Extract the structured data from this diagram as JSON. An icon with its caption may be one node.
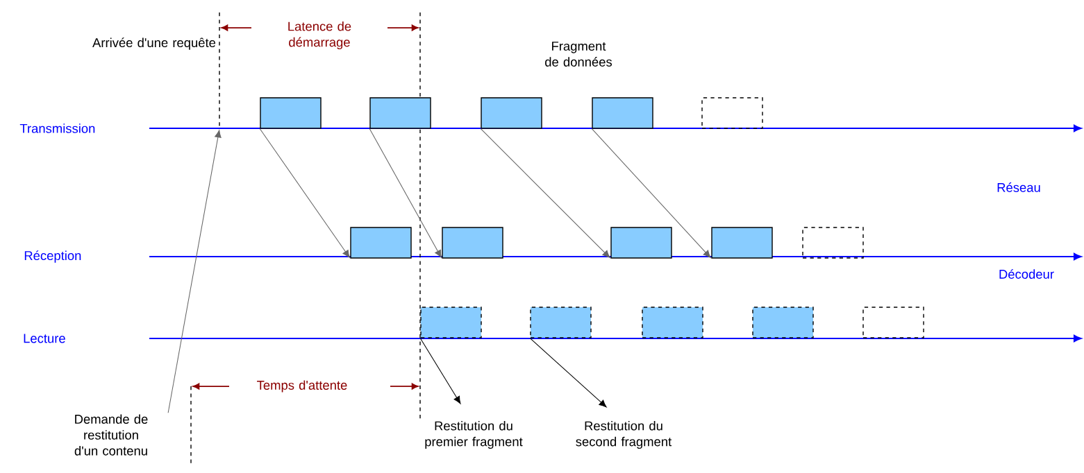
{
  "diagram": {
    "nodes": [
      {
        "text": [],
        "shape": "box"
      },
      {
        "text": [],
        "shape": "box"
      },
      {
        "text": [],
        "shape": "box"
      },
      {
        "text": [],
        "shape": "box"
      },
      {
        "text": [],
        "shape": "box"
      },
      {
        "text": [],
        "shape": "box"
      },
      {
        "text": [],
        "shape": "box"
      },
      {
        "text": [],
        "shape": "box"
      },
      {
        "text": [],
        "shape": "box"
      },
      {
        "text": [],
        "shape": "box"
      },
      {
        "text": [],
        "shape": "box"
      },
      {
        "text": [],
        "shape": "box"
      },
      {
        "text": [],
        "shape": "box"
      },
      {
        "text": [],
        "shape": "box"
      },
      {
        "text": [],
        "shape": "box"
      },
      {
        "text": [
          "Demande de restitution d'un contenu"
        ]
      },
      {
        "text": [
          "Restitution du premier fragment"
        ]
      },
      {
        "text": [
          "Restitution du second fragment"
        ]
      }
    ],
    "edges": [
      {
        "from": 0,
        "to": 5,
        "arrow": "to"
      },
      {
        "from": 1,
        "to": 6,
        "arrow": "to"
      },
      {
        "from": 2,
        "to": 7,
        "arrow": "to"
      },
      {
        "from": 3,
        "to": 8,
        "arrow": "to"
      },
      {
        "from": 10,
        "to": 16,
        "arrow": "to",
        "color": "#000000"
      },
      {
        "from": 11,
        "to": 17,
        "arrow": "to",
        "color": "#000000"
      },
      {
        "from": 15,
        "to": null,
        "arrow": "to"
      }
    ],
    "labels": [
      "Latence de démarrage",
      "Arrivée d'une requête",
      "Fragment de données",
      "Transmission",
      "Réseau",
      "Réception",
      "Décodeur",
      "Lecture",
      "Temps d'attente"
    ]
  }
}
